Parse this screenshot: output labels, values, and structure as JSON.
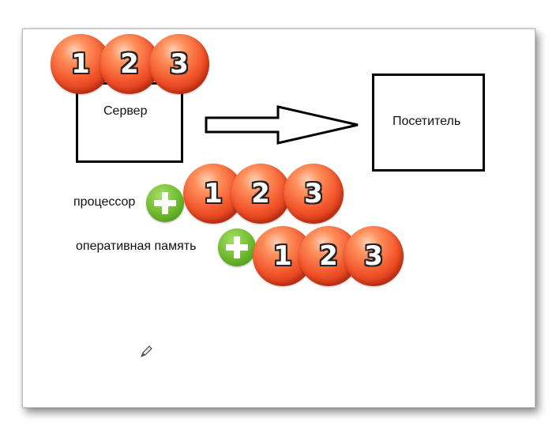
{
  "labels": {
    "server": "Сервер",
    "visitor": "Посетитель",
    "processor": "процессор",
    "ram": "оперативная память"
  },
  "balls": {
    "server": [
      "1",
      "2",
      "3"
    ],
    "processor": [
      "1",
      "2",
      "3"
    ],
    "ram": [
      "1",
      "2",
      "3"
    ]
  },
  "colors": {
    "ball": "#f2552a",
    "plus": "#6cb82c",
    "box_border": "#000000"
  },
  "icons": {
    "plus": "plus-icon",
    "arrow": "right-arrow-icon",
    "pencil": "pencil-icon"
  }
}
